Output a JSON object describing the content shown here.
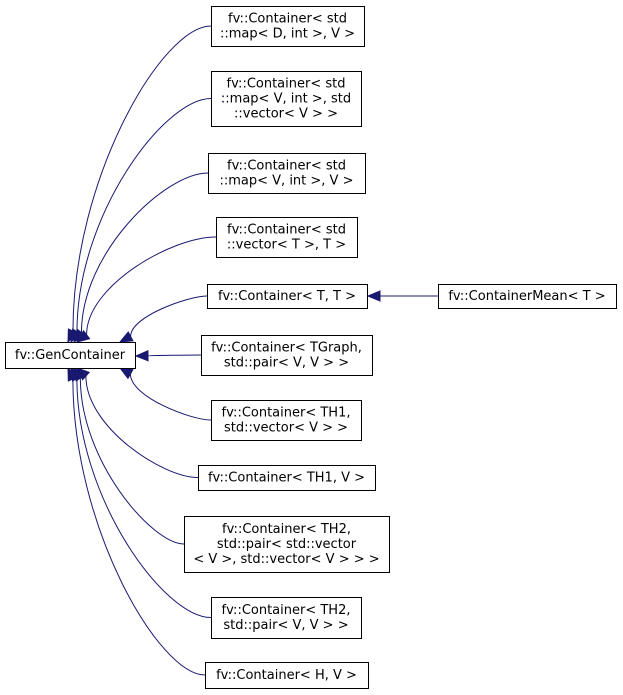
{
  "diagram": {
    "root": {
      "id": "gen",
      "label": [
        "fv::GenContainer"
      ]
    },
    "derived": [
      {
        "id": "map_d_int_v",
        "label": [
          "fv::Container< std",
          "::map< D, int >, V >"
        ]
      },
      {
        "id": "map_v_int_vec",
        "label": [
          "fv::Container< std",
          "::map< V, int >, std",
          "::vector< V > >"
        ]
      },
      {
        "id": "map_v_int_v",
        "label": [
          "fv::Container< std",
          "::map< V, int >, V >"
        ]
      },
      {
        "id": "vec_t_t",
        "label": [
          "fv::Container< std",
          "::vector< T >, T >"
        ]
      },
      {
        "id": "t_t",
        "label": [
          "fv::Container< T, T >"
        ]
      },
      {
        "id": "tgraph",
        "label": [
          "fv::Container< TGraph,",
          "std::pair< V, V > >"
        ]
      },
      {
        "id": "th1_vec",
        "label": [
          "fv::Container< TH1,",
          "std::vector< V > >"
        ]
      },
      {
        "id": "th1_v",
        "label": [
          "fv::Container< TH1, V >"
        ]
      },
      {
        "id": "th2_pair_vec",
        "label": [
          "fv::Container< TH2,",
          "std::pair< std::vector",
          "< V >, std::vector< V > > >"
        ]
      },
      {
        "id": "th2_pair",
        "label": [
          "fv::Container< TH2,",
          "std::pair< V, V > >"
        ]
      },
      {
        "id": "h_v",
        "label": [
          "fv::Container< H, V >"
        ]
      }
    ],
    "second_level": [
      {
        "id": "mean",
        "parent": "t_t",
        "label": [
          "fv::ContainerMean< T >"
        ]
      }
    ]
  }
}
